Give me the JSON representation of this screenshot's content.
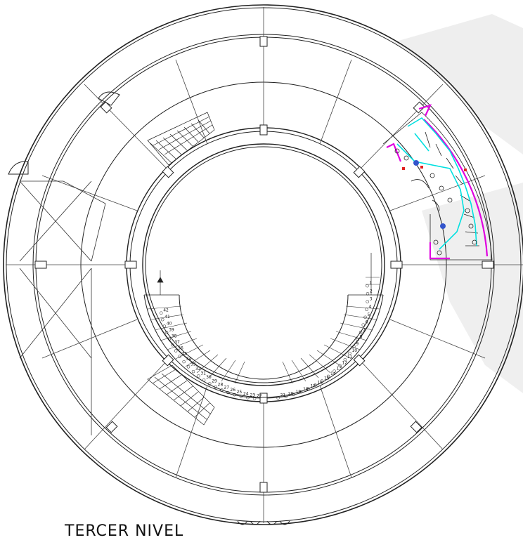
{
  "drawing": {
    "caption": "TERCER NIVEL",
    "colors": {
      "line": "#222222",
      "plumbing_cyan": "#00e5e5",
      "plumbing_magenta": "#e000e0",
      "fixture_blue": "#3355cc",
      "accent_red": "#e02020",
      "watermark": "#e9e9e9"
    },
    "stairs_left_steps": [
      "42",
      "41",
      "40",
      "39",
      "38",
      "37",
      "36",
      "35",
      "34",
      "33",
      "32",
      "31",
      "30",
      "29",
      "28",
      "27",
      "26",
      "25",
      "24",
      "23",
      "22"
    ],
    "stairs_right_steps": [
      "1",
      "2",
      "3",
      "4",
      "5",
      "6",
      "7",
      "8",
      "9",
      "10",
      "11",
      "12",
      "13",
      "14",
      "15",
      "16",
      "17",
      "18",
      "19",
      "20",
      "21"
    ]
  }
}
